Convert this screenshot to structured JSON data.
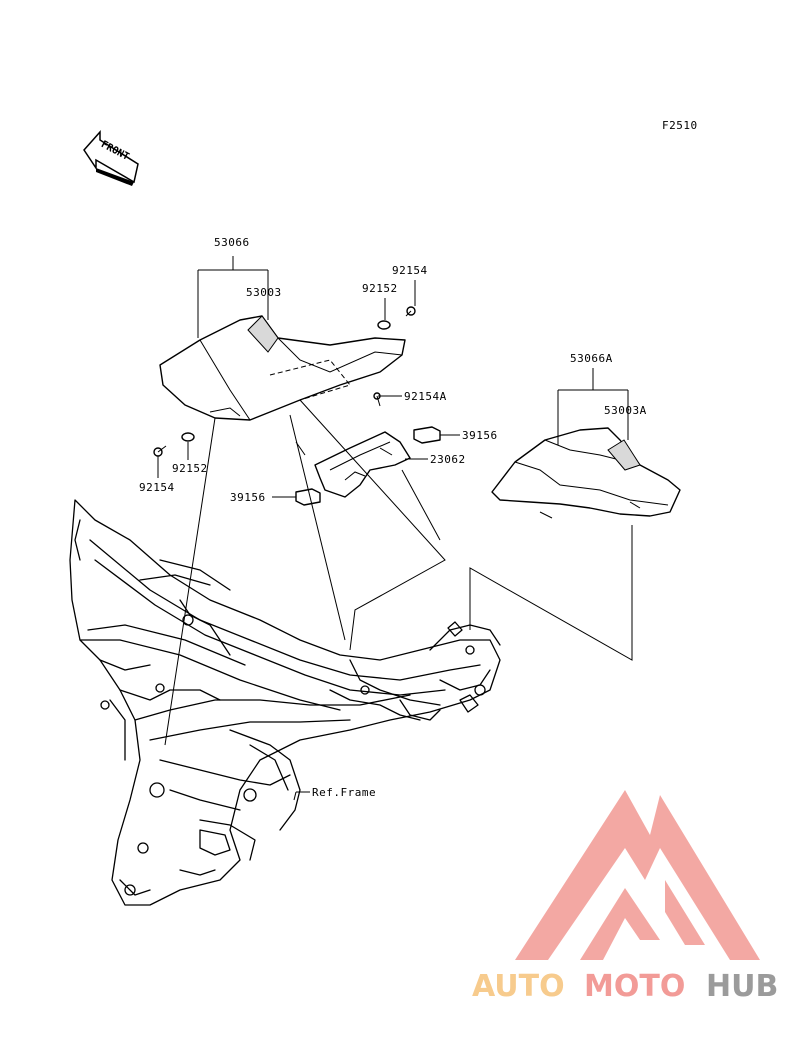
{
  "diagram_code": "F2510",
  "front_arrow_label": "FRONT",
  "reference_label": "Ref.Frame",
  "parts": [
    {
      "id": "p53066",
      "number": "53066"
    },
    {
      "id": "p53003",
      "number": "53003"
    },
    {
      "id": "p92154_top",
      "number": "92154"
    },
    {
      "id": "p92152_top",
      "number": "92152"
    },
    {
      "id": "p92154A",
      "number": "92154A"
    },
    {
      "id": "p39156_right",
      "number": "39156"
    },
    {
      "id": "p23062",
      "number": "23062"
    },
    {
      "id": "p39156_left",
      "number": "39156"
    },
    {
      "id": "p92152_bottom",
      "number": "92152"
    },
    {
      "id": "p92154_bottom",
      "number": "92154"
    },
    {
      "id": "p53066A",
      "number": "53066A"
    },
    {
      "id": "p53003A",
      "number": "53003A"
    }
  ],
  "watermark": {
    "text_auto": "AUTO",
    "text_moto": "MOTO",
    "text_hub": "HUB",
    "colors": {
      "auto": "#f6c27a",
      "moto": "#f08a86",
      "hub": "#8a8a8a",
      "triangle": "#f29a94"
    }
  }
}
